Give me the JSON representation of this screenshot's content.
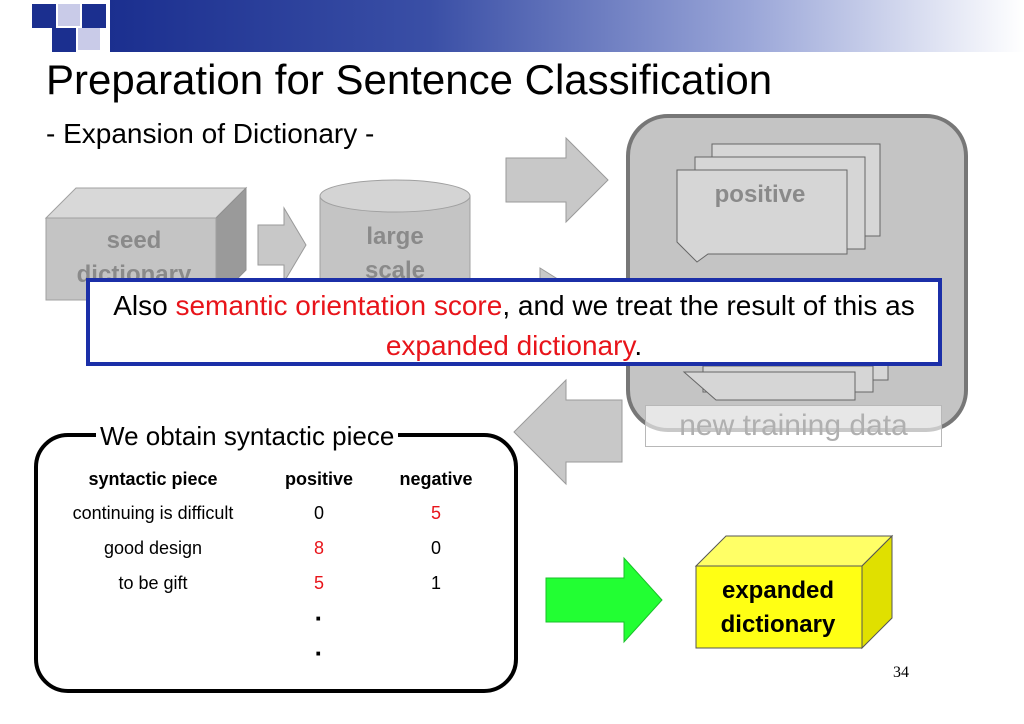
{
  "header": {
    "title": "Preparation for Sentence Classification",
    "subtitle": "- Expansion of Dictionary -"
  },
  "diagram": {
    "seed_dictionary": "seed dictionary",
    "large_scale": "large scale",
    "positive": "positive",
    "new_training_data": "new training data"
  },
  "callout": {
    "p1": "Also ",
    "h1": "semantic orientation score",
    "p2": ", and we treat the result of this as ",
    "h2": "expanded dictionary",
    "p3": "."
  },
  "obtain": {
    "title": "We obtain syntactic piece",
    "columns": [
      "syntactic piece",
      "positive",
      "negative"
    ],
    "rows": [
      {
        "piece": "continuing is difficult",
        "positive": "0",
        "negative": "5",
        "highlight": "negative"
      },
      {
        "piece": "good design",
        "positive": "8",
        "negative": "0",
        "highlight": "positive"
      },
      {
        "piece": "to be gift",
        "positive": "5",
        "negative": "1",
        "highlight": "positive"
      }
    ],
    "dots": [
      "·",
      "·"
    ]
  },
  "expanded_dictionary": "expanded dictionary",
  "page_number": "34",
  "colors": {
    "highlight_red": "#e8141a",
    "callout_border": "#1b2fa8",
    "expanded_fill": "#ffff14",
    "green_arrow": "#22ff33",
    "gray_shape": "#c4c4c4"
  }
}
